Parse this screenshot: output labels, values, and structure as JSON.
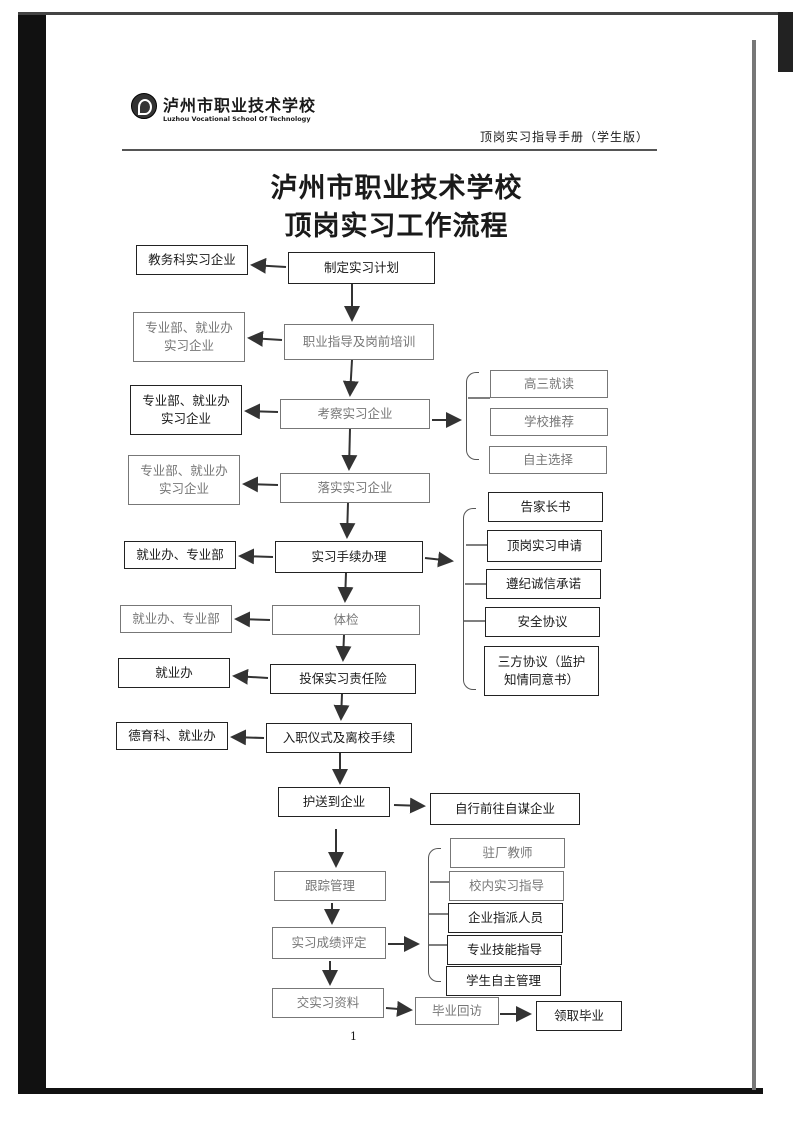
{
  "header": {
    "school_cn": "泸州市职业技术学校",
    "school_en": "Luzhou Vocational School Of Technology",
    "handbook": "顶岗实习指导手册（学生版）"
  },
  "title": {
    "line1": "泸州市职业技术学校",
    "line2": "顶岗实习工作流程"
  },
  "main_steps": [
    "制定实习计划",
    "职业指导及岗前培训",
    "考察实习企业",
    "落实实习企业",
    "实习手续办理",
    "体检",
    "投保实习责任险",
    "入职仪式及离校手续",
    "护送到企业",
    "跟踪管理",
    "实习成绩评定",
    "交实习资料"
  ],
  "responsible": [
    "教务科实习企业",
    "专业部、就业办\n实习企业",
    "专业部、就业办\n实习企业",
    "专业部、就业办\n实习企业",
    "就业办、专业部",
    "就业办、专业部",
    "就业办",
    "德育科、就业办"
  ],
  "enterprise_sources": [
    "高三就读",
    "学校推荐",
    "自主选择"
  ],
  "procedures": [
    "告家长书",
    "顶岗实习申请",
    "遵纪诚信承诺",
    "安全协议",
    "三方协议（监护\n知情同意书）"
  ],
  "self_arranged": "自行前往自谋企业",
  "evaluators": [
    "驻厂教师",
    "校内实习指导",
    "企业指派人员",
    "专业技能指导",
    "学生自主管理"
  ],
  "final_steps": [
    "毕业回访",
    "领取毕业"
  ],
  "page_number": "1"
}
